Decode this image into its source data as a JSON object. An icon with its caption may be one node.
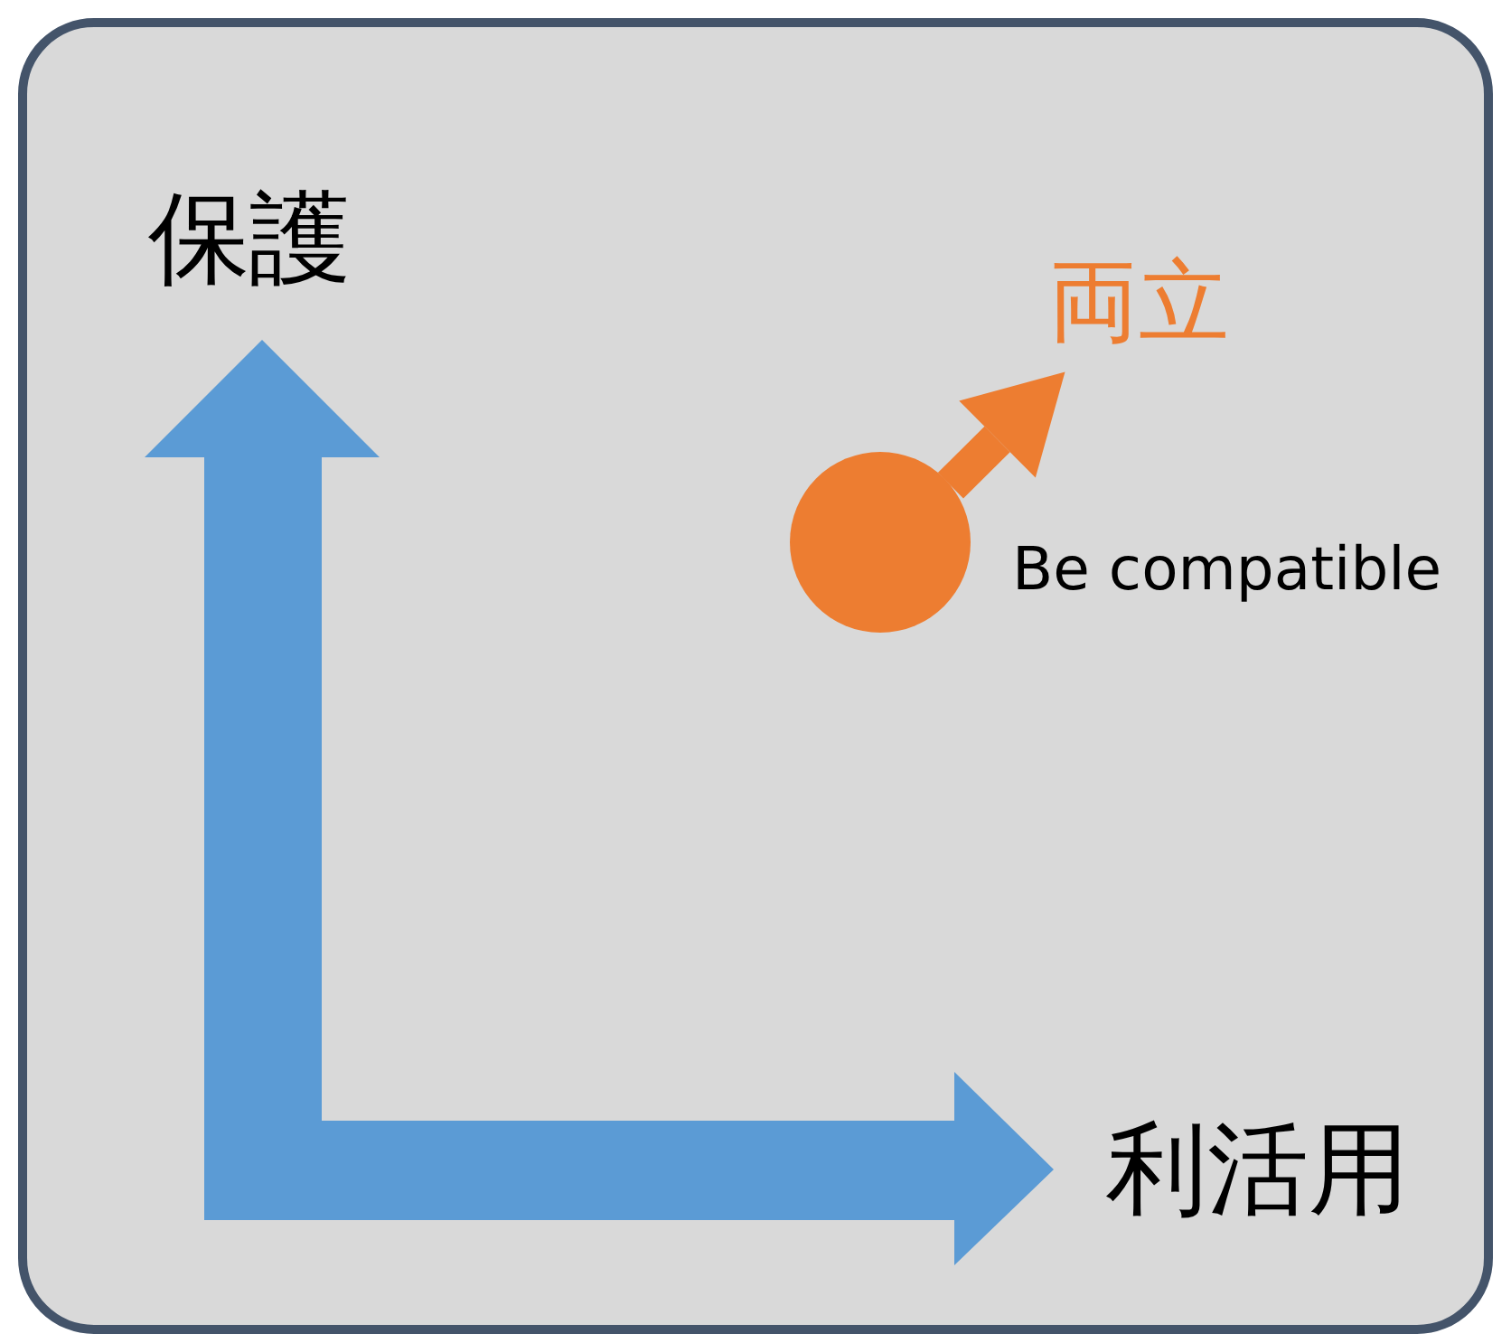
{
  "diagram": {
    "nodes": [
      {
        "text": [
          "両立"
        ]
      },
      {
        "text": [],
        "shape": "circle"
      }
    ],
    "edges": [
      {
        "from": 1,
        "to": 0,
        "arrow": "to"
      }
    ],
    "labels": [
      "保護",
      "Be compatible",
      "利活用"
    ]
  }
}
